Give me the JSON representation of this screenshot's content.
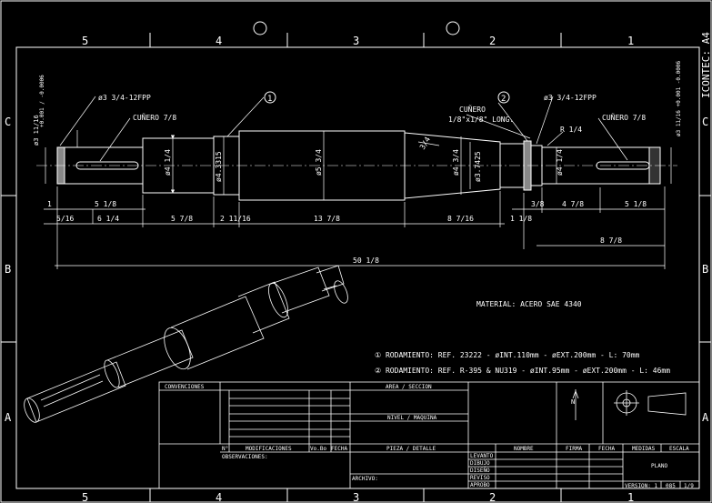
{
  "sheet": {
    "zone_columns": [
      "5",
      "4",
      "3",
      "2",
      "1"
    ],
    "zone_rows": [
      "C",
      "B",
      "A"
    ],
    "brand": "ICONTEC: A4"
  },
  "dims": {
    "top_left_diam": "ø3 11/16",
    "top_left_tol": "+0.001 / -0.0006",
    "top_left_thread": "ø3 3/4-12FPP",
    "keyway_left": "CUÑERO 7/8",
    "callout_1": "1",
    "callout_2": "2",
    "keyway_mid_a": "CUÑERO",
    "keyway_mid_b": "1/8\"x1/8\" LONG.",
    "right_thread": "ø3 3/4-12FPP",
    "keyway_right": "CUÑERO 7/8",
    "right_tol": "ø3 11/16 +0.001 -0.0006",
    "r_fillet": "R 1/4",
    "d_441": "ø4 1/4",
    "d_43315": "ø4.3315",
    "d_main": "ø5 3/4",
    "d_mid": "ø4 3/4",
    "d_37425": "ø3.7425",
    "d_right": "ø4 1/4",
    "taper": "3/4",
    "s1": "1",
    "s2": "5 1/8",
    "s3": "5/16",
    "s4": "6 1/4",
    "s5": "5 7/8",
    "s6": "2 11/16",
    "s7": "13 7/8",
    "s8": "8 7/16",
    "s9": "1 1/8",
    "s10": "3/8",
    "s11": "4 7/8",
    "s12": "5 1/8",
    "s13": "8 7/8",
    "overall": "50 1/8"
  },
  "notes": {
    "material": "MATERIAL: ACERO SAE 4340",
    "bearing1": "① RODAMIENTO: REF. 23222 - øINT.110mm - øEXT.200mm - L: 70mm",
    "bearing2": "② RODAMIENTO: REF. R-395 & NU319 - øINT.95mm - øEXT.200mm - L: 46mm"
  },
  "title_block": {
    "conventions": "CONVENCIONES",
    "area": "AREA / SECCION",
    "level": "NIVEL / MAQUINA",
    "no": "N°",
    "modifications": "MODIFICACIONES",
    "vobo": "Vo.Bo",
    "date": "FECHA",
    "observations": "OBSERVACIONES:",
    "piece": "PIEZA / DETALLE",
    "name": "NOMBRE",
    "signature": "FIRMA",
    "date2": "FECHA",
    "measures": "MEDIDAS",
    "scale": "ESCALA",
    "drawn_up": "LEVANTO",
    "drawing": "DIBUJO",
    "design": "DISEÑO",
    "reviewed": "REVISO",
    "approved": "APROBO",
    "file": "ARCHIVO:",
    "plane": "PLANO",
    "version": "VERSION: 1",
    "code": "085",
    "sheet_no": "1/9"
  }
}
